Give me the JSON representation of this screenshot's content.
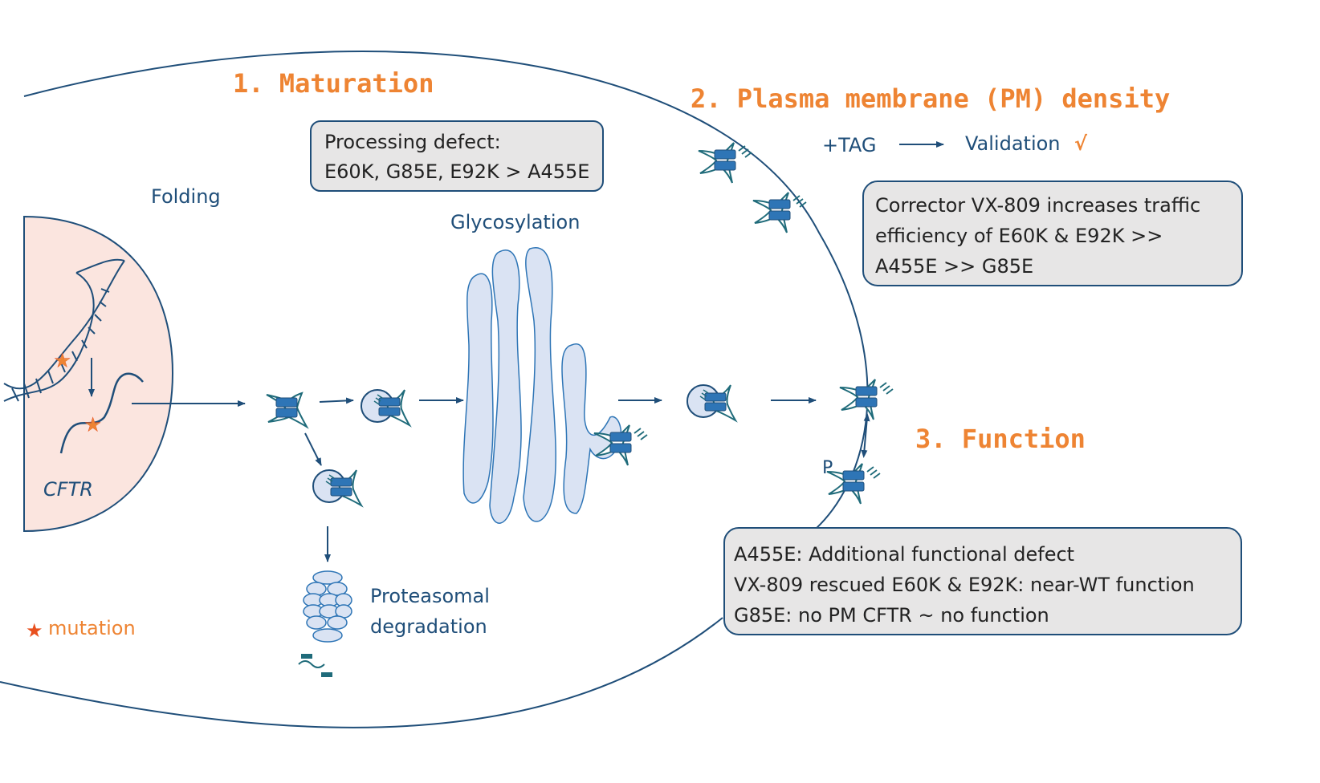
{
  "headings": {
    "maturation": "1. Maturation",
    "pm_density": "2. Plasma membrane (PM) density",
    "function": "3. Function"
  },
  "labels": {
    "folding": "Folding",
    "glycosylation": "Glycosylation",
    "cftr": "CFTR",
    "proteasomal_1": "Proteasomal",
    "proteasomal_2": "degradation",
    "tag": "+TAG",
    "validation": "Validation",
    "check": "√",
    "p": "P",
    "mutation": "mutation"
  },
  "boxes": {
    "processing": {
      "line1": "Processing defect:",
      "line2": "E60K, G85E, E92K > A455E"
    },
    "corrector": {
      "line1": "Corrector VX-809 increases traffic",
      "line2": "efficiency of E60K & E92K >>",
      "line3": "A455E >> G85E"
    },
    "function": {
      "line1": "A455E: Additional functional defect",
      "line2": "VX-809 rescued E60K & E92K: near-WT function",
      "line3": "G85E: no PM CFTR ~ no function"
    }
  },
  "colors": {
    "orange": "#ee8433",
    "navy": "#1f4e79",
    "protein_blue": "#2e75b6",
    "golgi_fill": "#dae3f3",
    "nucleus_fill": "#fbe5df",
    "box_fill": "#e7e6e6"
  }
}
